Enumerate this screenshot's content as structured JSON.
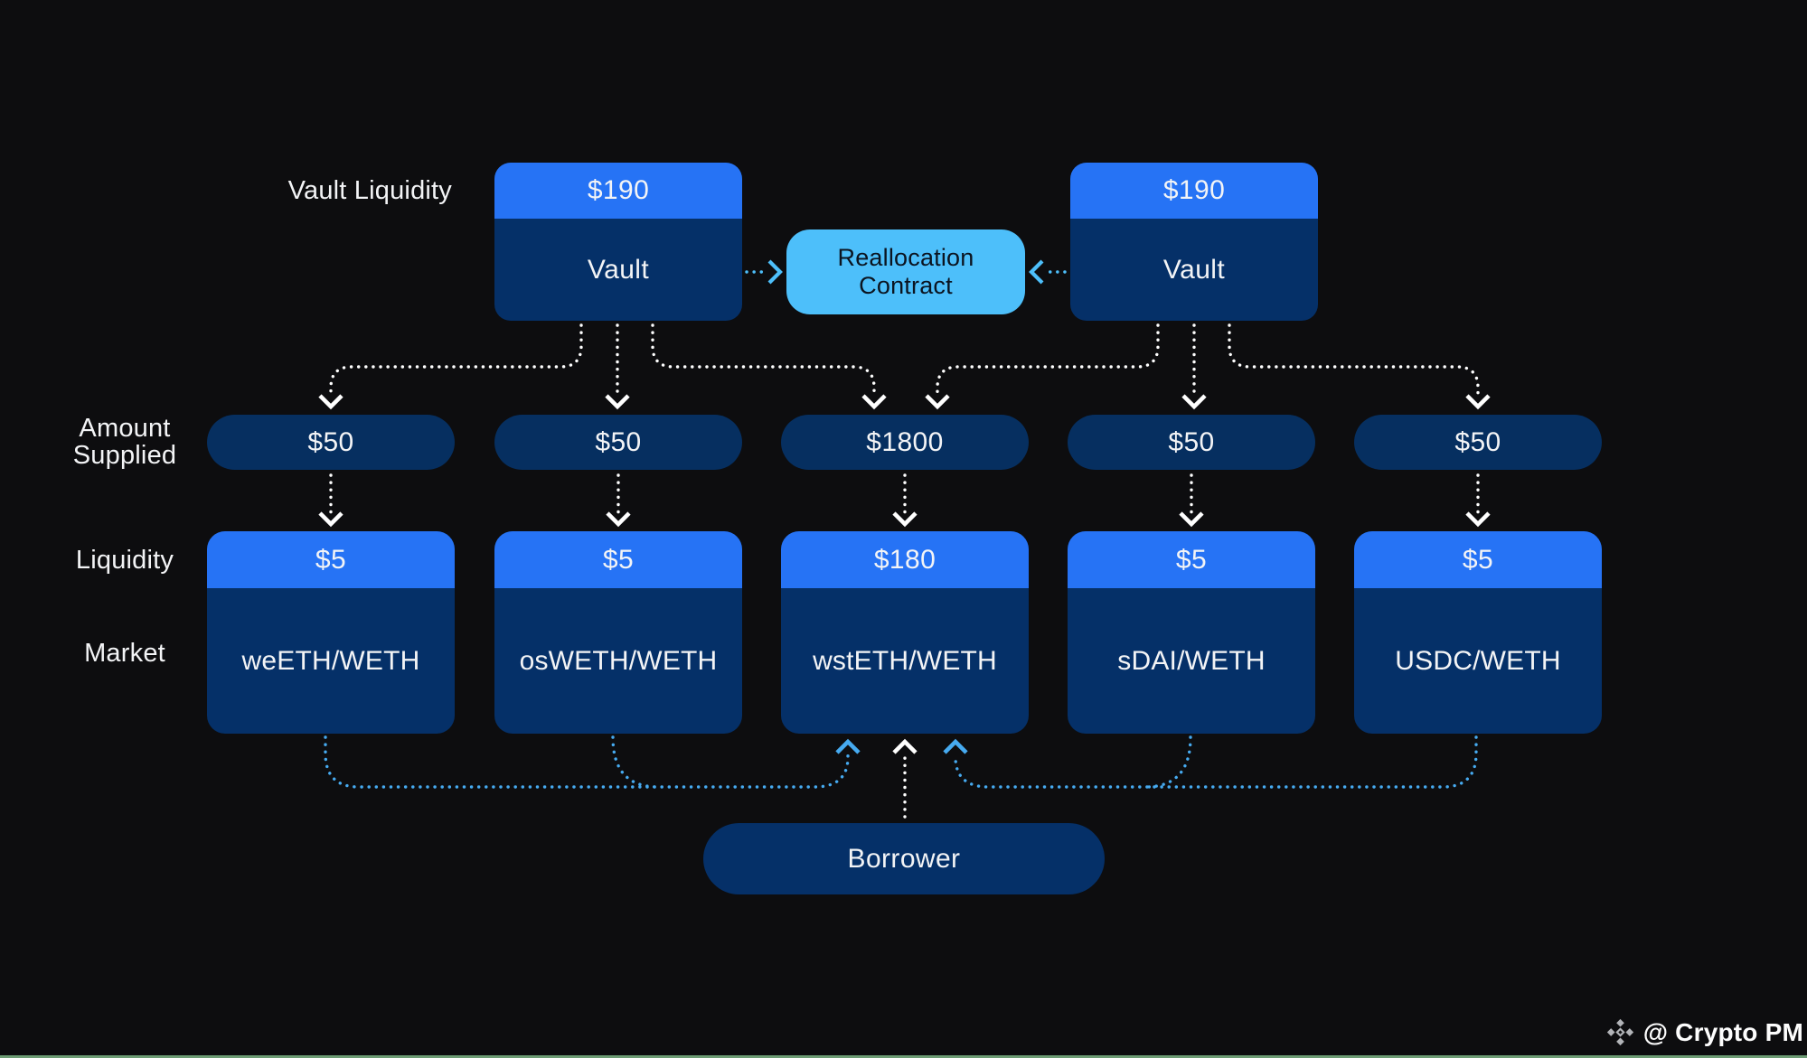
{
  "labels": {
    "vault_liquidity": "Vault Liquidity",
    "amount_line1": "Amount",
    "amount_line2": "Supplied",
    "liquidity": "Liquidity",
    "market": "Market"
  },
  "vaults": [
    {
      "liquidity": "$190",
      "label": "Vault"
    },
    {
      "liquidity": "$190",
      "label": "Vault"
    }
  ],
  "reallocation": {
    "line1": "Reallocation",
    "line2": "Contract"
  },
  "columns": [
    {
      "amount": "$50",
      "liquidity": "$5",
      "market": "weETH/WETH"
    },
    {
      "amount": "$50",
      "liquidity": "$5",
      "market": "osWETH/WETH"
    },
    {
      "amount": "$1800",
      "liquidity": "$180",
      "market": "wstETH/WETH"
    },
    {
      "amount": "$50",
      "liquidity": "$5",
      "market": "sDAI/WETH"
    },
    {
      "amount": "$50",
      "liquidity": "$5",
      "market": "USDC/WETH"
    }
  ],
  "borrower": {
    "label": "Borrower"
  },
  "watermark": {
    "handle": "@ Crypto PM",
    "icon": "binance-diamond-icon"
  },
  "colors": {
    "background": "#0d0d0f",
    "header_blue": "#2673f5",
    "body_navy": "#053068",
    "pill_navy": "#062f60",
    "contract_light_blue": "#4dbffa",
    "arrow_white": "#ffffff",
    "arrow_blue": "#46aaf0",
    "bottom_border_green": "#6d9c74"
  }
}
